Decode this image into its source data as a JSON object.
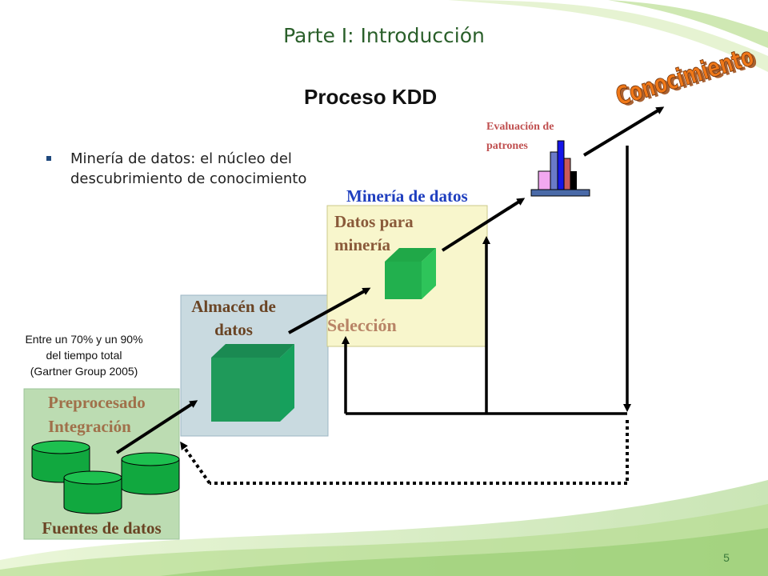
{
  "slide": {
    "title": "Parte I: Introducción",
    "page_number": "5"
  },
  "diagram": {
    "title": "Proceso KDD",
    "bullet": "Minería de datos: el núcleo del descubrimiento de conocimiento",
    "knowledge_word": "Conocimiento",
    "stages": {
      "sources": "Fuentes de datos",
      "preprocess": "Preprocesado\nIntegración",
      "warehouse": "Almacén de\ndatos",
      "selection": "Selección",
      "mining_data": "Datos para\nminería",
      "mining": "Minería de datos",
      "evaluation": "Evaluación de\npatrones"
    },
    "note": "Entre un 70% y un 90%\ndel tiempo total\n(Gartner Group 2005)"
  },
  "colors": {
    "title_green": "#2a5f2a",
    "mining_blue": "#1f3fbf",
    "knowledge_orange": "#f07818",
    "cylinder_green": "#1aaa48",
    "cube_green": "#1f9a5a"
  }
}
